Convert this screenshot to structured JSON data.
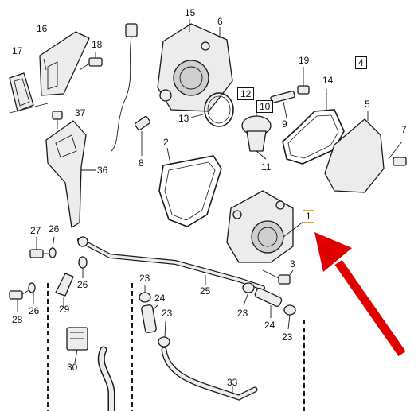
{
  "diagram": {
    "accent_color": "#e0a020",
    "arrow_color": "#e00000",
    "callouts": [
      {
        "key": "c16",
        "text": "16"
      },
      {
        "key": "c17",
        "text": "17"
      },
      {
        "key": "c18",
        "text": "18"
      },
      {
        "key": "c15",
        "text": "15"
      },
      {
        "key": "c6",
        "text": "6"
      },
      {
        "key": "c19",
        "text": "19"
      },
      {
        "key": "c4",
        "text": "4"
      },
      {
        "key": "c14",
        "text": "14"
      },
      {
        "key": "c37",
        "text": "37"
      },
      {
        "key": "c12",
        "text": "12"
      },
      {
        "key": "c10",
        "text": "10"
      },
      {
        "key": "c13",
        "text": "13"
      },
      {
        "key": "c9",
        "text": "9"
      },
      {
        "key": "c5",
        "text": "5"
      },
      {
        "key": "c7",
        "text": "7"
      },
      {
        "key": "c8",
        "text": "8"
      },
      {
        "key": "c2",
        "text": "2"
      },
      {
        "key": "c11",
        "text": "11"
      },
      {
        "key": "c36",
        "text": "36"
      },
      {
        "key": "c1",
        "text": "1"
      },
      {
        "key": "c27",
        "text": "27"
      },
      {
        "key": "c26a",
        "text": "26"
      },
      {
        "key": "c3",
        "text": "3"
      },
      {
        "key": "c26b",
        "text": "26"
      },
      {
        "key": "c29",
        "text": "29"
      },
      {
        "key": "c25",
        "text": "25"
      },
      {
        "key": "c23a",
        "text": "23"
      },
      {
        "key": "c24a",
        "text": "24"
      },
      {
        "key": "c23b",
        "text": "23"
      },
      {
        "key": "c23c",
        "text": "23"
      },
      {
        "key": "c24b",
        "text": "24"
      },
      {
        "key": "c23d",
        "text": "23"
      },
      {
        "key": "c28",
        "text": "28"
      },
      {
        "key": "c26c",
        "text": "26"
      },
      {
        "key": "c30",
        "text": "30"
      },
      {
        "key": "c33",
        "text": "33"
      }
    ]
  }
}
